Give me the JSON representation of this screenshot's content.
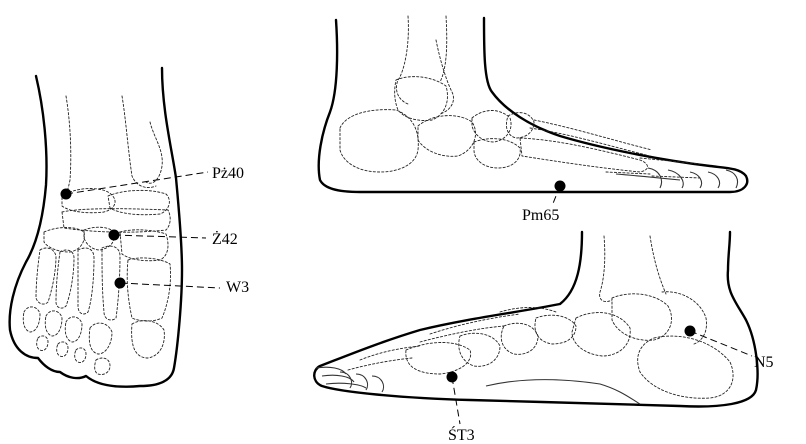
{
  "labels": {
    "pz40": "Pż40",
    "z42": "Ż42",
    "w3": "W3",
    "pm65": "Pm65",
    "n5": "N5",
    "st3": "ŚT3"
  }
}
